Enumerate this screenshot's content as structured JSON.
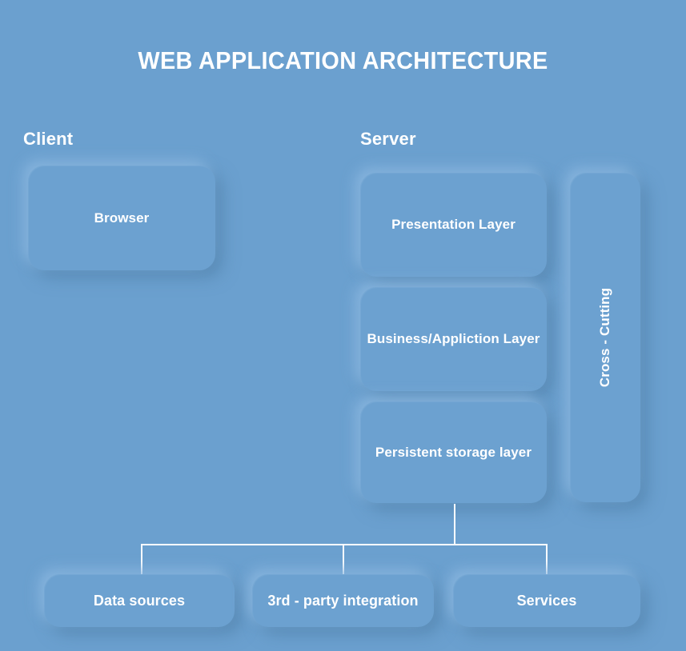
{
  "diagram": {
    "title": "WEB APPLICATION ARCHITECTURE",
    "background_color": "#6ba0cf",
    "card_color": "#6ca1d0",
    "text_color": "#ffffff",
    "connector_color": "#ffffff",
    "headings": {
      "client": "Client",
      "server": "Server"
    },
    "client": {
      "nodes": [
        {
          "label": "Browser"
        }
      ]
    },
    "server": {
      "layers": [
        {
          "label": "Presentation Layer"
        },
        {
          "label": "Business/Appliction Layer"
        },
        {
          "label": "Persistent storage layer"
        }
      ],
      "sidebar": {
        "label": "Cross - Cutting",
        "orientation": "vertical"
      }
    },
    "bottom_row": {
      "nodes": [
        {
          "label": "Data sources"
        },
        {
          "label": "3rd - party integration"
        },
        {
          "label": "Services"
        }
      ]
    }
  }
}
